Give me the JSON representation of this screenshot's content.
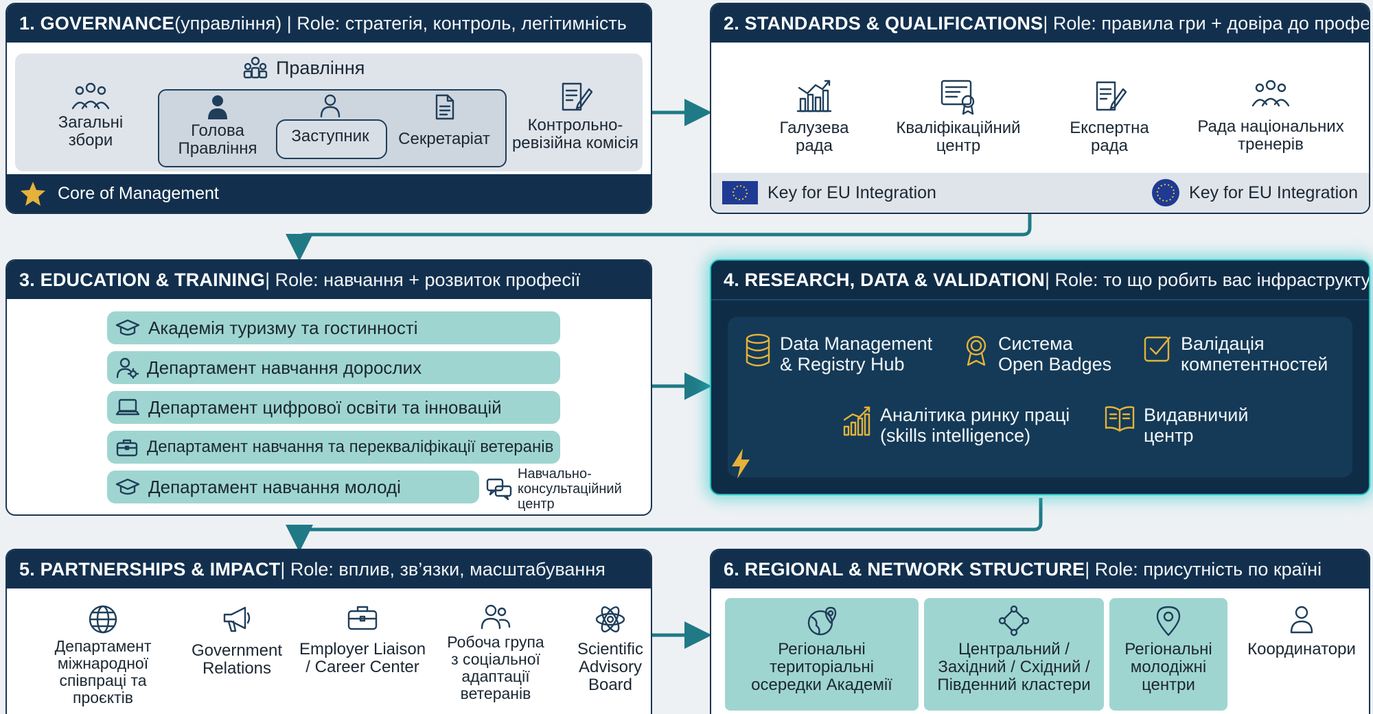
{
  "panels": {
    "governance": {
      "title": "1. GOVERNANCE",
      "role": " (управління) | Role: стратегія, контроль, легітимність",
      "board_label": "Правління",
      "general_assembly": "Загальні\nзбори",
      "chairman": "Голова\nПравління",
      "deputy": "Заступник",
      "secretariat": "Секретаріат",
      "audit_commission": "Контрольно-\nревізійна комісія",
      "footer": "Core of Management"
    },
    "standards": {
      "title": "2. STANDARDS & QUALIFICATIONS",
      "role": " | Role: правила гри + довіра до професії",
      "items": [
        "Галузева\nрада",
        "Кваліфікаційний\nцентр",
        "Експертна\nрада",
        "Рада національних\nтренерів"
      ],
      "footer_left": "Key for EU Integration",
      "footer_right": "Key for EU Integration"
    },
    "education": {
      "title": "3. EDUCATION & TRAINING",
      "role": " | Role: навчання + розвиток професії",
      "items": [
        "Академія туризму та гостинності",
        "Департамент навчання дорослих",
        "Департамент цифрової освіти та інновацій",
        "Департамент навчання та перекваліфікації ветеранів",
        "Департамент навчання молоді"
      ],
      "consult_center": "Навчально-\nконсультаційний\nцентр"
    },
    "research": {
      "title": "4. RESEARCH, DATA & VALIDATION",
      "role": " | Role: то що робить вас інфраструктурою",
      "items": [
        "Data Management\n& Registry Hub",
        "Система\nOpen Badges",
        "Валідація\nкомпетентностей",
        "Аналітика ринку праці\n(skills intelligence)",
        "Видавничий\nцентр"
      ]
    },
    "partnerships": {
      "title": "5. PARTNERSHIPS & IMPACT",
      "role": " | Role: вплив, зв’язки, масштабування",
      "items": [
        "Департамент\nміжнародної\nспівпраці та\nпроєктів",
        "Government\nRelations",
        "Employer Liaison\n/ Career Center",
        "Робоча група\nз соціальної\nадаптації\nветеранів",
        "Scientific\nAdvisory\nBoard"
      ]
    },
    "regional": {
      "title": "6. REGIONAL & NETWORK STRUCTURE",
      "role": " | Role: присутність по країні",
      "items": [
        "Регіональні\nтериторіальні\nосередки Академії",
        "Центральний /\nЗахідний / Східний /\nПівденний кластери",
        "Регіональні\nмолодіжні\nцентри",
        "Координатори"
      ]
    }
  },
  "colors": {
    "header": "#12304e",
    "teal": "#9fd5d0",
    "arrow": "#1f7a86",
    "glow": "#22c3c0",
    "gold": "#e5b23a",
    "eu_blue": "#1f3a93"
  }
}
